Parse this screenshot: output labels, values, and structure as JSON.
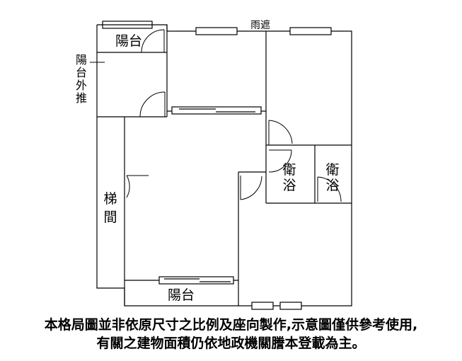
{
  "plan": {
    "canopy_label": "雨遮",
    "balcony_top": "陽台",
    "balcony_bottom": "陽台",
    "balcony_extension": "陽台外推",
    "stairs": "梯間",
    "bathroom_left": "衛浴",
    "bathroom_right": "衛浴"
  },
  "disclaimer": {
    "line1": "本格局圖並非依原尺寸之比例及座向製作,示意圖僅供參考使用,",
    "line2": "有關之建物面積仍依地政機關謄本登載為主。"
  }
}
